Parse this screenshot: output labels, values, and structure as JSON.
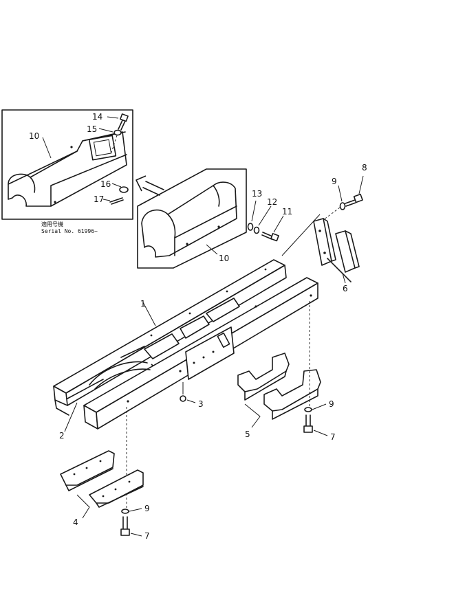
{
  "inset": {
    "serial_jp": "適用号機",
    "serial_en": "Serial No. 61996~"
  },
  "callouts": {
    "c1": "1",
    "c2": "2",
    "c3": "3",
    "c4": "4",
    "c5": "5",
    "c6": "6",
    "c7a": "7",
    "c7b": "7",
    "c8": "8",
    "c9a": "9",
    "c9b": "9",
    "c9c": "9",
    "c10a": "10",
    "c10b": "10",
    "c11": "11",
    "c12": "12",
    "c13": "13",
    "c14": "14",
    "c15": "15",
    "c16": "16",
    "c17": "17"
  }
}
